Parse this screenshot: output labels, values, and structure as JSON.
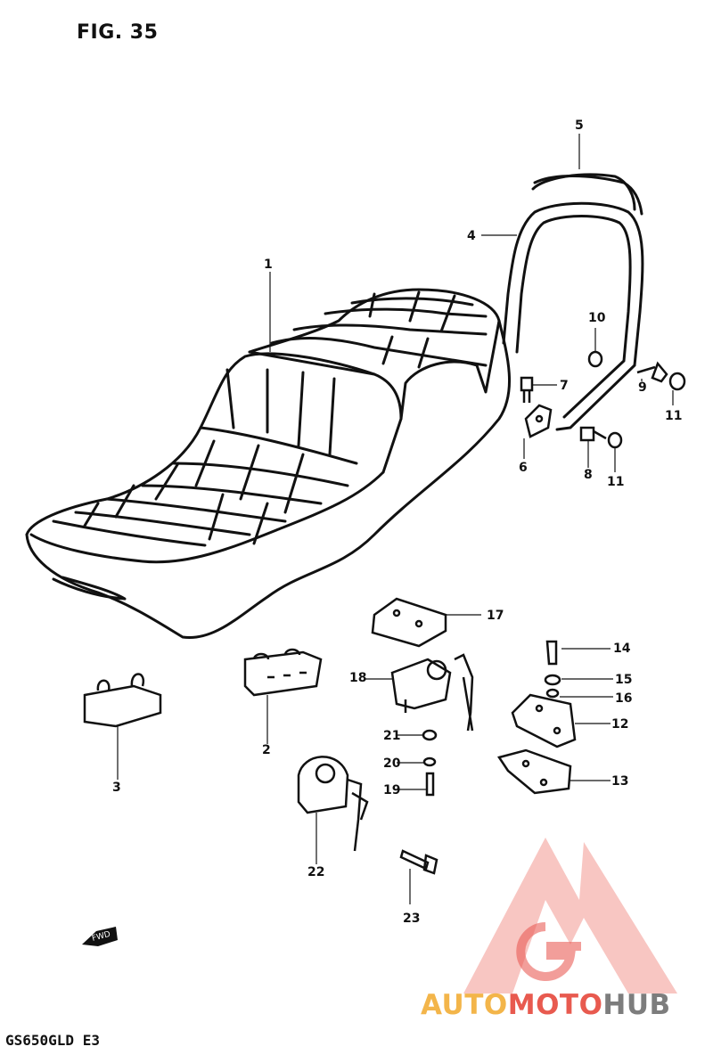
{
  "figure": {
    "title": "FIG. 35",
    "model": "GS650GLD E3"
  },
  "fwd_label": "FWD",
  "watermark": {
    "part1": "AUTO",
    "part2": "MOTO",
    "part3": "HUB",
    "colors": {
      "auto": "#f3b54a",
      "moto": "#e85a4f",
      "hub": "#7d7d7d",
      "logo": "#e84b45"
    }
  },
  "callouts": {
    "c1": "1",
    "c2": "2",
    "c3": "3",
    "c4": "4",
    "c5": "5",
    "c6": "6",
    "c7": "7",
    "c8": "8",
    "c9": "9",
    "c10": "10",
    "c11a": "11",
    "c11b": "11",
    "c12": "12",
    "c13": "13",
    "c14": "14",
    "c15": "15",
    "c16": "16",
    "c17": "17",
    "c18": "18",
    "c19": "19",
    "c20": "20",
    "c21": "21",
    "c22": "22",
    "c23": "23"
  }
}
